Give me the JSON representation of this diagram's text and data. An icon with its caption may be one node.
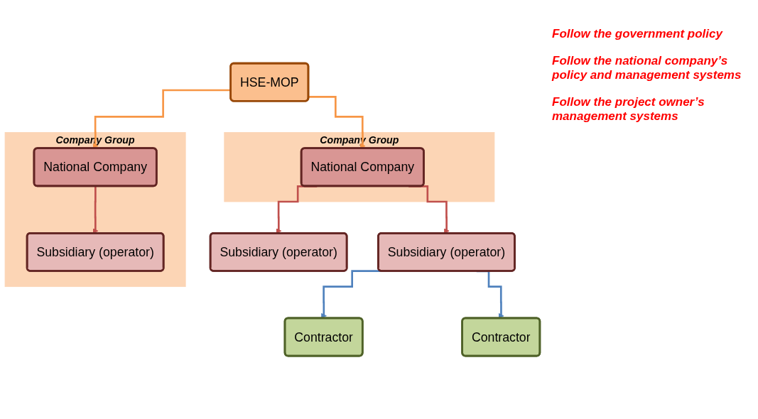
{
  "diagram": {
    "nodes": [
      {
        "text": [
          "HSE-MOP"
        ]
      },
      {
        "text": [
          "Company Group"
        ]
      },
      {
        "text": [
          "National Company"
        ],
        "in": 1
      },
      {
        "text": [
          "Company Group"
        ]
      },
      {
        "text": [
          "National Company"
        ],
        "in": 3
      },
      {
        "text": [
          "Subsidiary (operator)"
        ]
      },
      {
        "text": [
          "Subsidiary (operator)"
        ]
      },
      {
        "text": [
          "Subsidiary (operator)"
        ],
        "in": 3
      },
      {
        "text": [
          "Contractor"
        ]
      },
      {
        "text": [
          "Contractor"
        ]
      }
    ],
    "edges": [
      {
        "from": 0,
        "to": 2,
        "arrow": "to",
        "color": "#f79646"
      },
      {
        "from": 0,
        "to": 4,
        "arrow": "to",
        "color": "#f79646"
      },
      {
        "from": 2,
        "to": 5,
        "arrow": "to"
      },
      {
        "from": 2,
        "to": 6,
        "arrow": "to"
      },
      {
        "from": 4,
        "to": 7,
        "arrow": "to"
      },
      {
        "from": 5,
        "to": 8,
        "arrow": "to",
        "color": "#4f81bd"
      },
      {
        "from": 5,
        "to": 9,
        "arrow": "to",
        "color": "#4f81bd"
      }
    ],
    "labels": [
      "Follow the government policy",
      "Follow the national company’s policy and management systems",
      "Follow the project owner’s management systems"
    ]
  }
}
